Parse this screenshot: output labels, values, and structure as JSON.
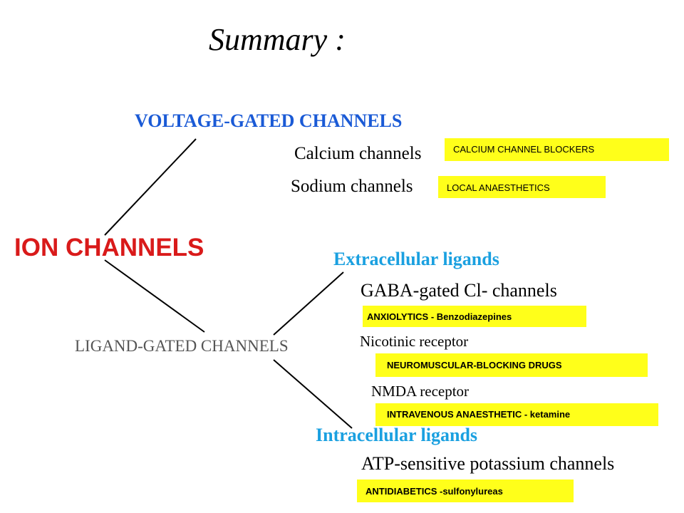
{
  "title": "Summary :",
  "root": "ION CHANNELS",
  "voltage_gated": {
    "label": "VOLTAGE-GATED CHANNELS",
    "items": [
      {
        "name": "Calcium channels",
        "drug": "CALCIUM CHANNEL BLOCKERS"
      },
      {
        "name": "Sodium channels",
        "drug": "LOCAL ANAESTHETICS"
      }
    ]
  },
  "ligand_gated": {
    "label": "LIGAND-GATED CHANNELS",
    "extracellular": {
      "label": "Extracellular ligands",
      "items": [
        {
          "name": "GABA-gated Cl- channels",
          "drug": "ANXIOLYTICS - Benzodiazepines"
        },
        {
          "name": "Nicotinic receptor",
          "drug": "NEUROMUSCULAR-BLOCKING DRUGS"
        },
        {
          "name": "NMDA receptor",
          "drug": "INTRAVENOUS ANAESTHETIC - ketamine"
        }
      ]
    },
    "intracellular": {
      "label": "Intracellular ligands",
      "items": [
        {
          "name": "ATP-sensitive potassium channels",
          "drug": "ANTIDIABETICS -sulfonylureas"
        }
      ]
    }
  },
  "colors": {
    "root": "#d91a1a",
    "voltage": "#1a5ad6",
    "ligand": "#555555",
    "sub_branch": "#1aa0e0",
    "highlight": "#ffff1a"
  }
}
